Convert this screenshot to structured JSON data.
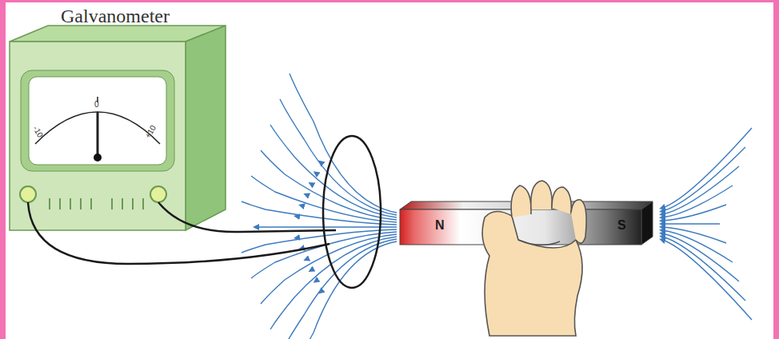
{
  "diagram": {
    "labels": [
      "Galvanometer",
      "-10",
      "0",
      "+10",
      "N",
      "S"
    ]
  }
}
